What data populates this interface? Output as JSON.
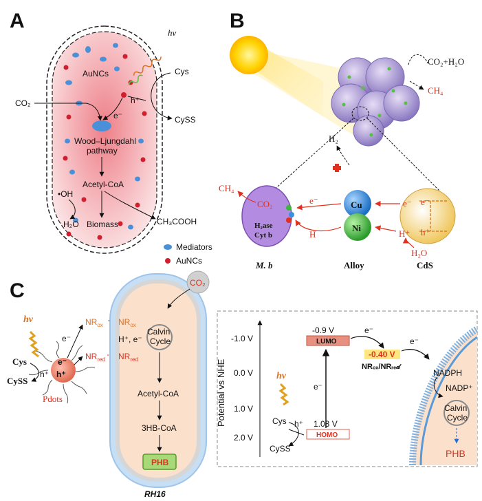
{
  "panel_a": {
    "letter": "A",
    "hv": "hν",
    "aunc_label": "AuNCs",
    "cys": "Cys",
    "cyss": "CySS",
    "hplus": "h⁺",
    "eminus": "e⁻",
    "co2": "CO₂",
    "wood1": "Wood–Ljungdahl",
    "wood2": "pathway",
    "acetyl": "Acetyl-CoA",
    "oh": "•OH",
    "h2o": "H₂O",
    "biomass": "Biomass",
    "ch3cooh": "CH₃COOH",
    "legend_mediators": "Mediators",
    "legend_auncs": "AuNCs",
    "colors": {
      "cell_fill": "#f6b9bd",
      "mediator": "#4a90d9",
      "aunc": "#d01f2e"
    }
  },
  "panel_b": {
    "letter": "B",
    "co2h2o": "CO₂+H₂O",
    "ch4_top": "CH₄",
    "h2": "H₂",
    "ch4": "CH₄",
    "co2": "CO₂",
    "h2ase": "H₂ase",
    "cytb": "Cyt b",
    "e_left": "e⁻",
    "h_left": "H",
    "cu": "Cu",
    "ni": "Ni",
    "e_right": "e⁻",
    "e_cds": "e⁻",
    "h_cds": "h⁺",
    "hplus": "H⁺",
    "h2o": "H₂O",
    "label_mb": "M. b",
    "label_alloy": "Alloy",
    "label_cds": "CdS",
    "colors": {
      "cu": "#3a8ee0",
      "ni": "#3ab83a",
      "mb": "#b38be0",
      "red": "#e0301e"
    }
  },
  "panel_c": {
    "letter": "C",
    "co2": "CO₂",
    "hv": "hv",
    "eminus_pdot": "e⁻",
    "hplus_pdot": "h⁺",
    "eminus_mid": "e⁻",
    "cys": "Cys",
    "cyss": "CySS",
    "h": "h⁺",
    "pdots": "Pdots",
    "nr_ox_out": "NR",
    "nr_ox_out_sub": "ox",
    "nr_ox_in": "NR",
    "nr_ox_in_sub": "ox",
    "nr_red_out": "NR",
    "nr_red_out_sub": "red",
    "nr_red_in": "NR",
    "nr_red_in_sub": "red",
    "he": "H⁺, e⁻",
    "calvin1": "Calvin",
    "calvin2": "Cycle",
    "acetyl": "Acetyl-CoA",
    "hb": "3HB-CoA",
    "phb": "PHB",
    "rh16": "RH16",
    "yaxis": "Potential vs NHE",
    "ticks": [
      "-1.0 V",
      "0.0 V",
      "1.0 V",
      "2.0 V"
    ],
    "lumo_v": "-0.9 V",
    "lumo": "LUMO",
    "homo_v": "1.08 V",
    "homo": "HOMO",
    "e_top": "e⁻",
    "e_up": "e⁻",
    "e_right": "e⁻",
    "nr_v": "-0.40 V",
    "nr_pair": "NRₒₓ/NRᵣₑ𝒹",
    "nadph": "NADPH",
    "nadp": "NADP⁺",
    "calvin_r1": "Calvin",
    "calvin_r2": "Cycle",
    "phb_r": "PHB",
    "hv2": "hv",
    "cys2": "Cys",
    "cyss2": "CySS",
    "h2": "h⁺"
  }
}
